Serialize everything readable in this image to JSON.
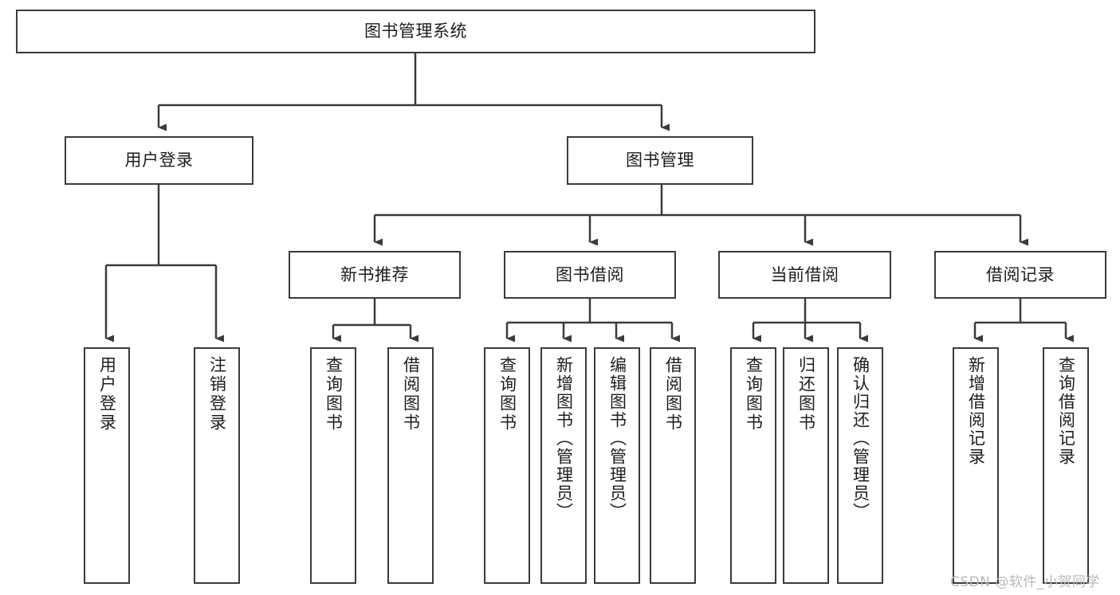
{
  "diagram": {
    "type": "hierarchy-tree",
    "title": "图书管理系统",
    "colors": {
      "background": "#ffffff",
      "stroke": "#3b3b3d",
      "text": "#1d1d1f",
      "watermark": "#b9b9bb"
    },
    "root": {
      "label": "图书管理系统"
    },
    "level2": [
      {
        "label": "用户登录"
      },
      {
        "label": "图书管理"
      }
    ],
    "level3": [
      {
        "label": "新书推荐"
      },
      {
        "label": "图书借阅"
      },
      {
        "label": "当前借阅"
      },
      {
        "label": "借阅记录"
      }
    ],
    "leaves": {
      "user_login": [
        {
          "label": "用户登录"
        },
        {
          "label": "注销登录"
        }
      ],
      "new_book_recommend": [
        {
          "label": "查询图书"
        },
        {
          "label": "借阅图书"
        }
      ],
      "book_borrow": [
        {
          "label": "查询图书"
        },
        {
          "label": "新增图书（管理员）"
        },
        {
          "label": "编辑图书（管理员）"
        },
        {
          "label": "借阅图书"
        }
      ],
      "current_borrow": [
        {
          "label": "查询图书"
        },
        {
          "label": "归还图书"
        },
        {
          "label": "确认归还（管理员）"
        }
      ],
      "borrow_record": [
        {
          "label": "新增借阅记录"
        },
        {
          "label": "查询借阅记录"
        }
      ]
    }
  },
  "watermark": {
    "text": "CSDN @软件_小贺同学"
  }
}
